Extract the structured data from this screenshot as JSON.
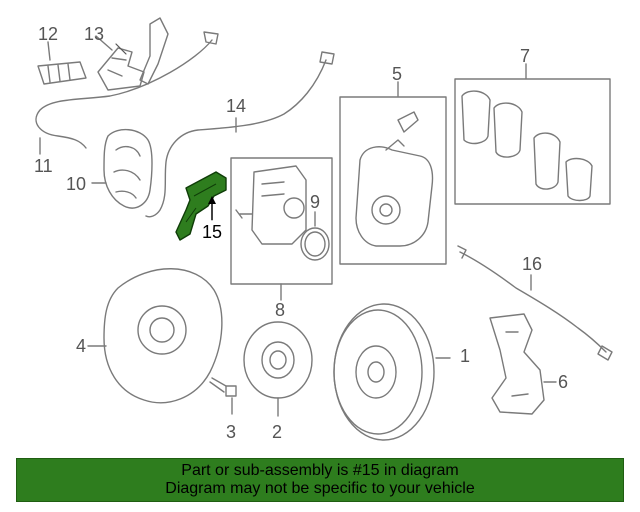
{
  "diagram": {
    "highlighted_part": "15",
    "highlight_color": "#2e7d1e",
    "callouts": {
      "c1": "1",
      "c2": "2",
      "c3": "3",
      "c4": "4",
      "c5": "5",
      "c6": "6",
      "c7": "7",
      "c8": "8",
      "c9": "9",
      "c10": "10",
      "c11": "11",
      "c12": "12",
      "c13": "13",
      "c14": "14",
      "c15": "15",
      "c16": "16"
    }
  },
  "banner": {
    "line1": "Part or sub-assembly is #15 in diagram",
    "line2": "Diagram may not be specific to your vehicle",
    "color": "#2e7d1e"
  }
}
